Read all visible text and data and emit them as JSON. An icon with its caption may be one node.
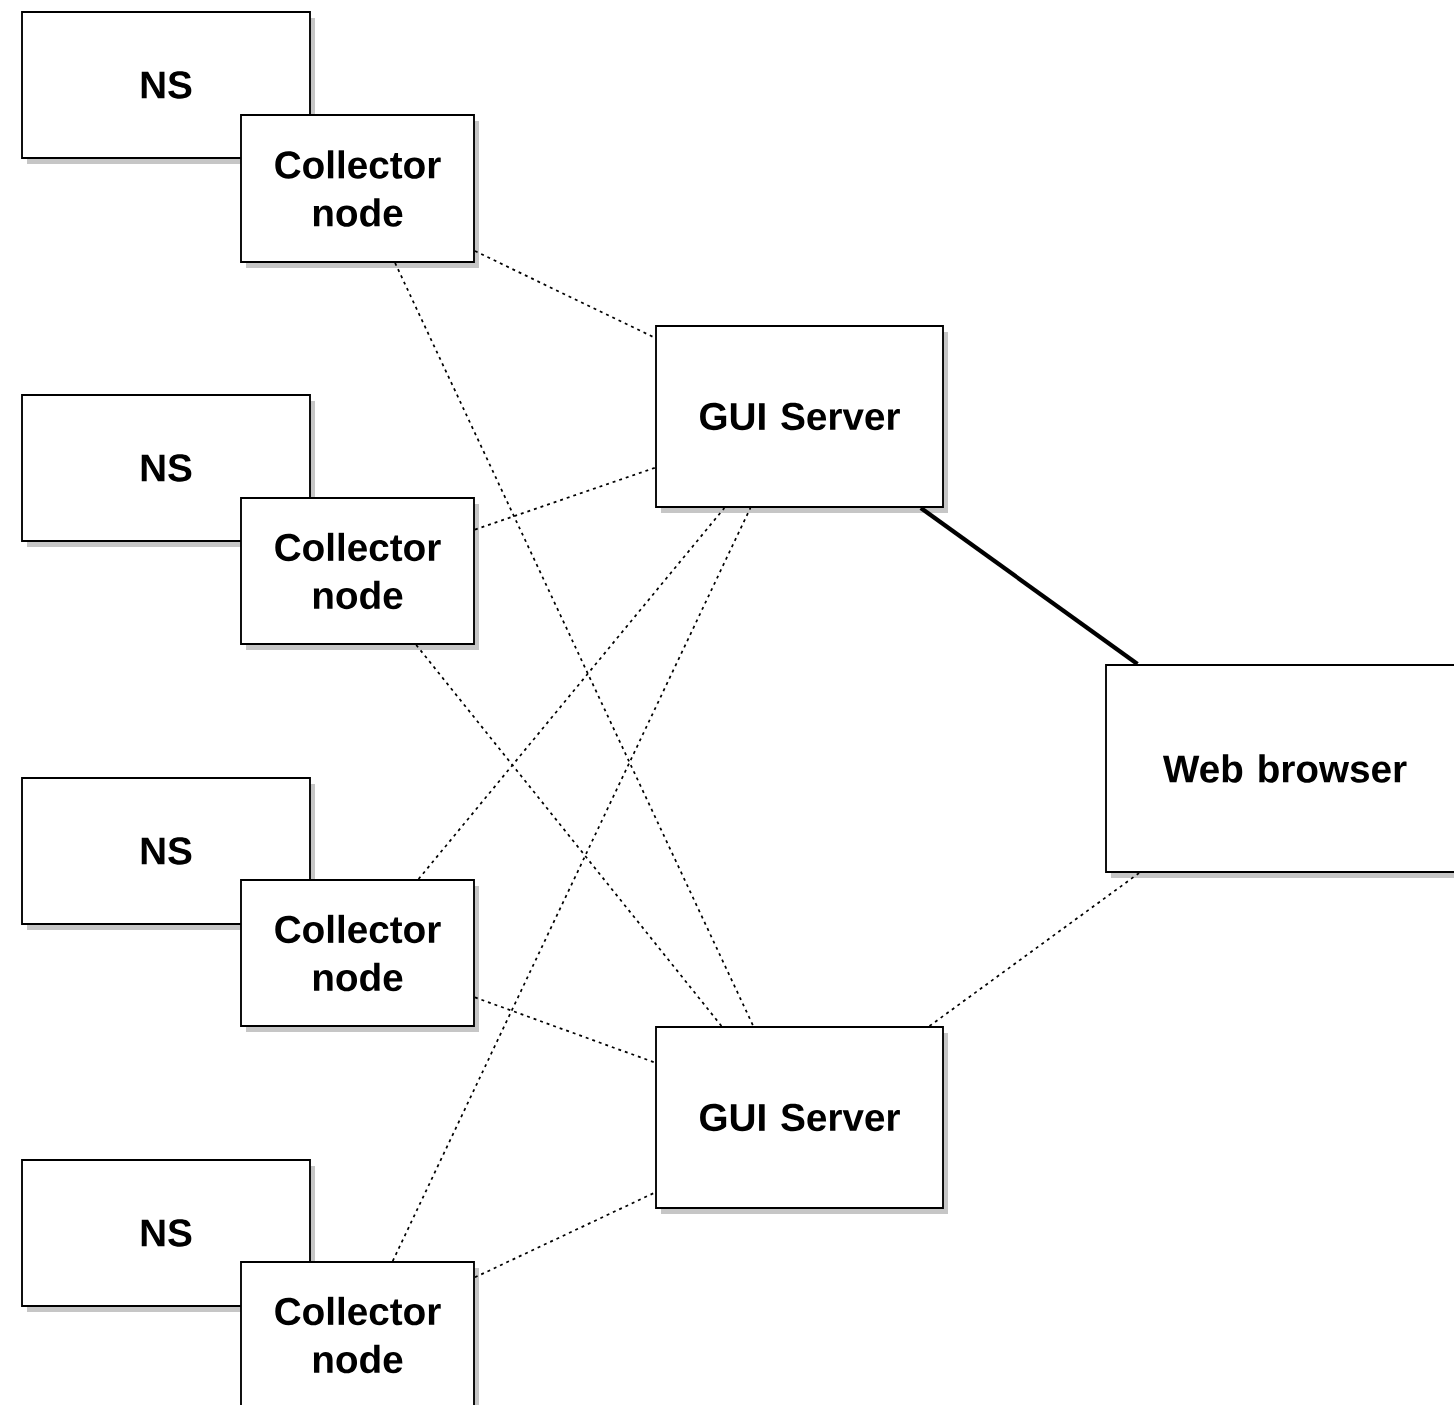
{
  "diagram": {
    "nodes": [
      {
        "text": [
          "NS"
        ]
      },
      {
        "text": [
          "Collector node"
        ]
      },
      {
        "text": [
          "NS"
        ]
      },
      {
        "text": [
          "Collector node"
        ]
      },
      {
        "text": [
          "NS"
        ]
      },
      {
        "text": [
          "Collector node"
        ]
      },
      {
        "text": [
          "NS"
        ]
      },
      {
        "text": [
          "Collector node"
        ]
      },
      {
        "text": [
          "GUI Server"
        ]
      },
      {
        "text": [
          "GUI Server"
        ]
      },
      {
        "text": [
          "Web browser"
        ]
      }
    ],
    "edges": [
      {
        "from": 1,
        "to": 8,
        "arrow": "none",
        "style": "dashed"
      },
      {
        "from": 1,
        "to": 9,
        "arrow": "none",
        "style": "dashed"
      },
      {
        "from": 3,
        "to": 8,
        "arrow": "none",
        "style": "dashed"
      },
      {
        "from": 3,
        "to": 9,
        "arrow": "none",
        "style": "dashed"
      },
      {
        "from": 5,
        "to": 8,
        "arrow": "none",
        "style": "dashed"
      },
      {
        "from": 5,
        "to": 9,
        "arrow": "none",
        "style": "dashed"
      },
      {
        "from": 7,
        "to": 8,
        "arrow": "none",
        "style": "dashed"
      },
      {
        "from": 7,
        "to": 9,
        "arrow": "none",
        "style": "dashed"
      },
      {
        "from": 8,
        "to": 10,
        "arrow": "none",
        "style": "thick"
      },
      {
        "from": 9,
        "to": 10,
        "arrow": "none",
        "style": "dashed"
      }
    ]
  }
}
